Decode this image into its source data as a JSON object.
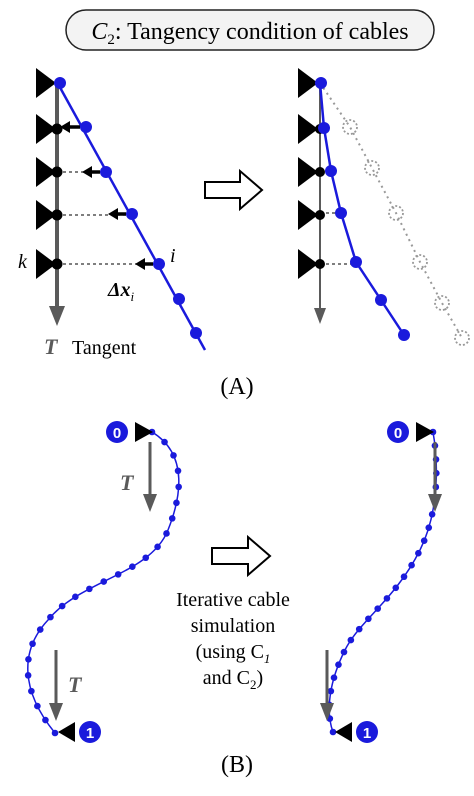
{
  "title": {
    "symbol": "C",
    "subscript": "2",
    "text": ": Tangency condition of cables"
  },
  "panel_a": {
    "label": "(A)",
    "node_label_k": "k",
    "node_label_i": "i",
    "delta_symbol": "Δx",
    "delta_subscript": "i",
    "tangent_symbol": "T",
    "tangent_text": "Tangent"
  },
  "panel_b": {
    "label": "(B)",
    "start_marker": "0",
    "end_marker": "1",
    "tension_label_top": "T",
    "tension_label_bottom": "T",
    "caption_line1": "Iterative cable",
    "caption_line2": "simulation",
    "caption_line3": "(using C",
    "caption_line3_sub": "1",
    "caption_line4_pre": "and C",
    "caption_line4_sub": "2",
    "caption_line4_post": ")"
  },
  "colors": {
    "cable": "#1a1adc",
    "node": "#1a1adc",
    "anchor": "#000000",
    "tension_arrow": "#5a5a5a",
    "ghost": "#999999",
    "badge": "#1a1adc"
  }
}
